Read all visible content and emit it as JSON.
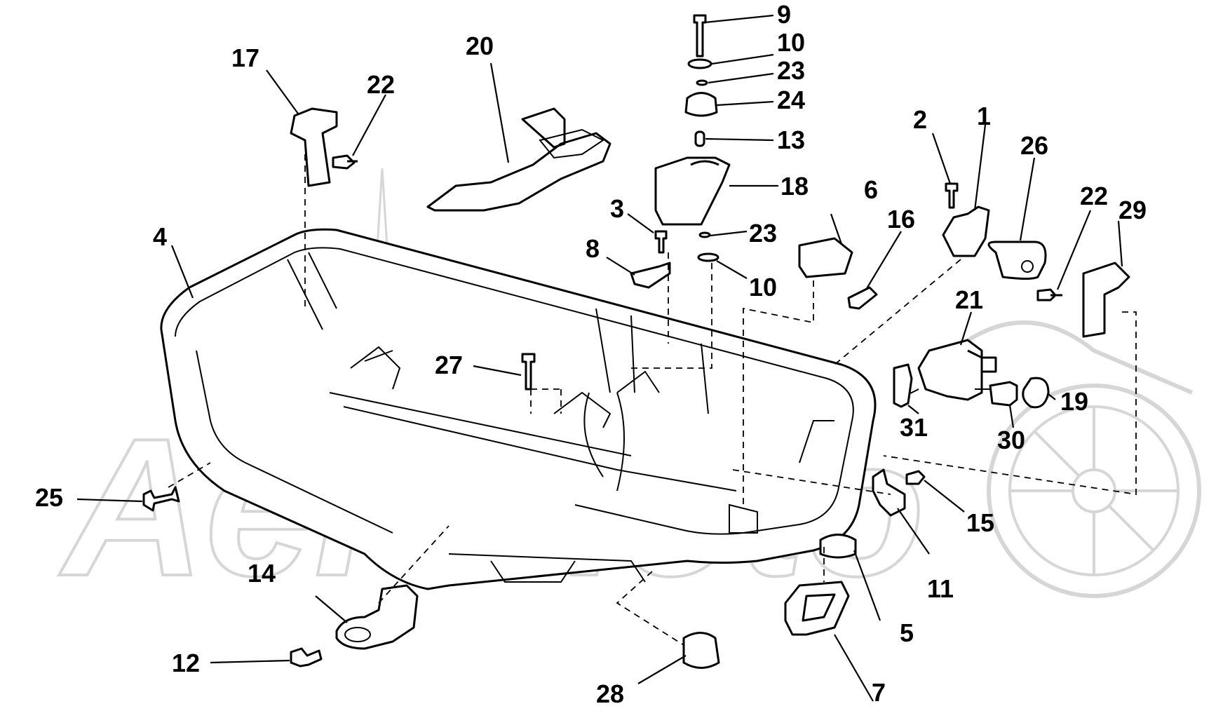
{
  "watermark": {
    "text": "AeRMoto",
    "color": "#d6d6d6"
  },
  "callouts": [
    "1",
    "2",
    "3",
    "4",
    "5",
    "6",
    "7",
    "8",
    "9",
    "10",
    "10",
    "11",
    "12",
    "13",
    "14",
    "15",
    "16",
    "17",
    "18",
    "19",
    "20",
    "21",
    "22",
    "22",
    "23",
    "23",
    "24",
    "25",
    "26",
    "27",
    "28",
    "29",
    "30",
    "31"
  ],
  "line_color": "#000000"
}
